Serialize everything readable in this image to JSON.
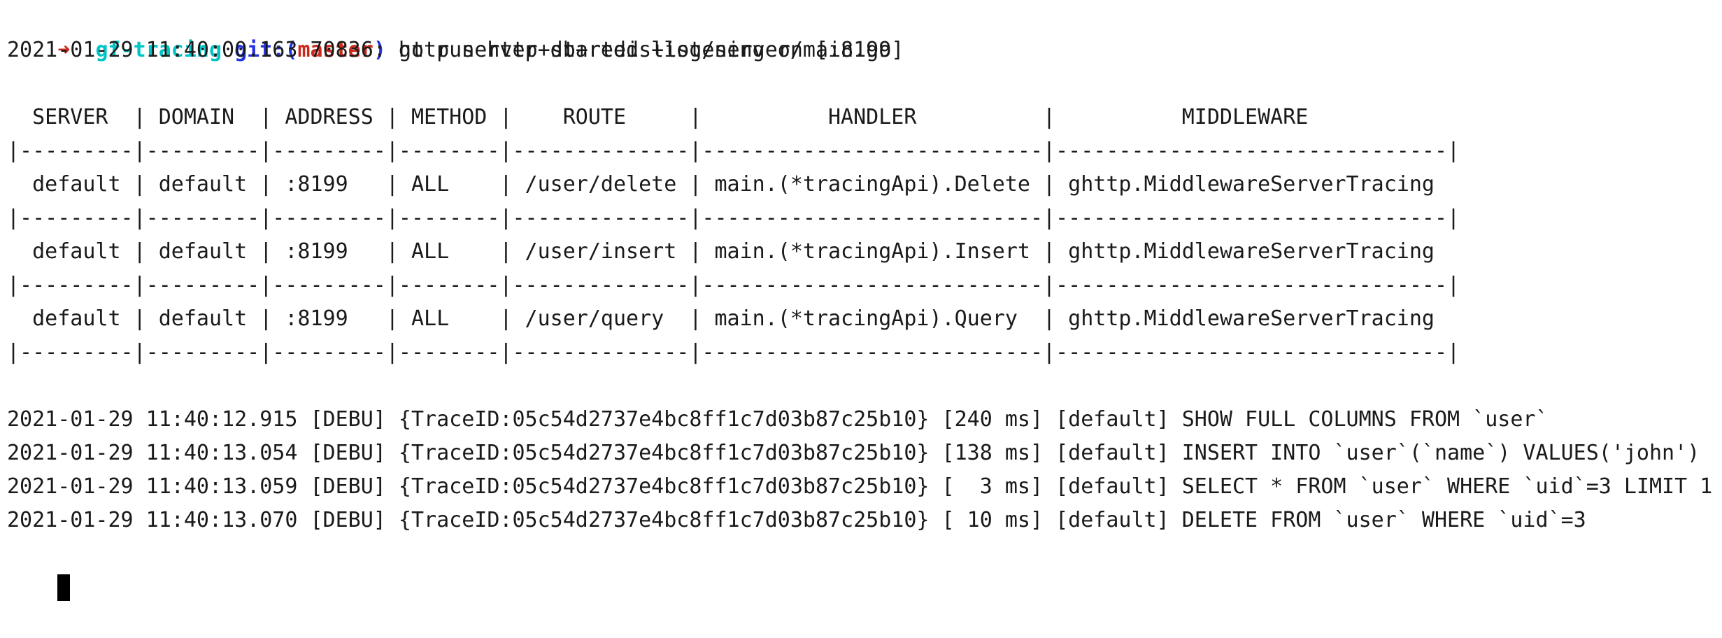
{
  "colors": {
    "background": "#ffffff",
    "foreground": "#1a1a1a",
    "ansi_red": "#c92a1c",
    "ansi_cyan": "#00c5c7",
    "ansi_blue": "#2233e0",
    "cursor": "#000000"
  },
  "prompt": {
    "arrow": "➜",
    "spacer": "  ",
    "dir": "gf-tracing",
    "git_prefix": " git:(",
    "branch": "master",
    "git_suffix": ")",
    "command": " go run http+db+redis+log/server/main.go"
  },
  "server_start_log": "2021-01-29 11:40:00.163 70836: http server started listening on [:8199]",
  "route_table": {
    "columns": [
      "SERVER",
      "DOMAIN",
      "ADDRESS",
      "METHOD",
      "ROUTE",
      "HANDLER",
      "MIDDLEWARE"
    ],
    "rows": [
      [
        "default",
        "default",
        ":8199",
        "ALL",
        "/user/delete",
        "main.(*tracingApi).Delete",
        "ghttp.MiddlewareServerTracing"
      ],
      [
        "default",
        "default",
        ":8199",
        "ALL",
        "/user/insert",
        "main.(*tracingApi).Insert",
        "ghttp.MiddlewareServerTracing"
      ],
      [
        "default",
        "default",
        ":8199",
        "ALL",
        "/user/query",
        "main.(*tracingApi).Query",
        "ghttp.MiddlewareServerTracing"
      ]
    ],
    "display": {
      "header": "  SERVER  | DOMAIN  | ADDRESS | METHOD |    ROUTE     |          HANDLER          |          MIDDLEWARE",
      "separator": "|---------|---------|---------|--------|--------------|---------------------------|-------------------------------|",
      "row_0": "  default | default | :8199   | ALL    | /user/delete | main.(*tracingApi).Delete | ghttp.MiddlewareServerTracing",
      "row_1": "  default | default | :8199   | ALL    | /user/insert | main.(*tracingApi).Insert | ghttp.MiddlewareServerTracing",
      "row_2": "  default | default | :8199   | ALL    | /user/query  | main.(*tracingApi).Query  | ghttp.MiddlewareServerTracing"
    }
  },
  "sql_logs": [
    "2021-01-29 11:40:12.915 [DEBU] {TraceID:05c54d2737e4bc8ff1c7d03b87c25b10} [240 ms] [default] SHOW FULL COLUMNS FROM `user`",
    "2021-01-29 11:40:13.054 [DEBU] {TraceID:05c54d2737e4bc8ff1c7d03b87c25b10} [138 ms] [default] INSERT INTO `user`(`name`) VALUES('john')",
    "2021-01-29 11:40:13.059 [DEBU] {TraceID:05c54d2737e4bc8ff1c7d03b87c25b10} [  3 ms] [default] SELECT * FROM `user` WHERE `uid`=3 LIMIT 1",
    "2021-01-29 11:40:13.070 [DEBU] {TraceID:05c54d2737e4bc8ff1c7d03b87c25b10} [ 10 ms] [default] DELETE FROM `user` WHERE `uid`=3"
  ]
}
